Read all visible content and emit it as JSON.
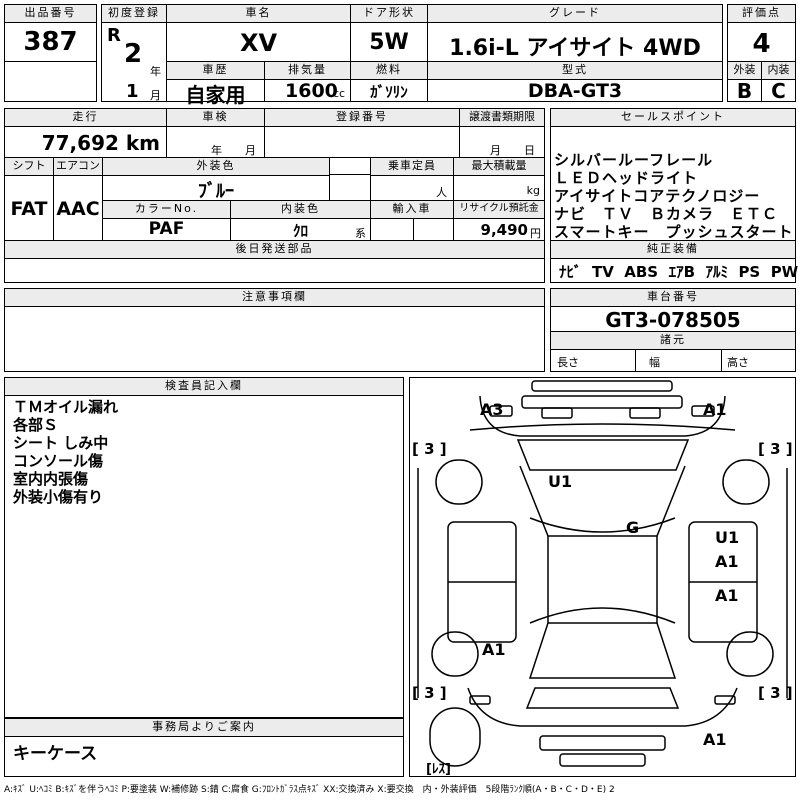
{
  "header": {
    "lot_label": "出品番号",
    "lot": "387",
    "first_reg_label": "初度登録",
    "era": "R",
    "year": "2",
    "year_unit": "年",
    "month": "1",
    "month_unit": "月",
    "car_name_label": "車名",
    "car_name": "XV",
    "door_label": "ドア形状",
    "door": "5W",
    "grade_label": "グレード",
    "grade": "1.6i-L アイサイト 4WD",
    "score_label": "評価点",
    "score": "4",
    "history_label": "車歴",
    "history": "自家用",
    "displacement_label": "排気量",
    "displacement": "1600",
    "displacement_unit": "cc",
    "fuel_label": "燃料",
    "fuel": "ｶﾞｿﾘﾝ",
    "model_label": "型式",
    "model": "DBA-GT3",
    "exterior_label": "外装",
    "exterior": "B",
    "interior_label": "内装",
    "interior": "C"
  },
  "specs": {
    "mileage_label": "走行",
    "mileage": "77,692 km",
    "inspection_label": "車検",
    "inspection_year": "年",
    "inspection_month": "月",
    "reg_no_label": "登録番号",
    "transfer_label": "譲渡書類期限",
    "transfer_month": "月",
    "transfer_day": "日",
    "shift_label": "シフト",
    "shift": "FAT",
    "ac_label": "エアコン",
    "ac": "AAC",
    "exterior_color_label": "外装色",
    "exterior_color": "ﾌﾞﾙｰ",
    "capacity_label": "乗車定員",
    "capacity_unit": "人",
    "load_label": "最大積載量",
    "load_unit": "kg",
    "color_no_label": "カラーNo.",
    "color_no": "PAF",
    "interior_color_label": "内装色",
    "interior_color": "ｸﾛ",
    "interior_color_unit": "系",
    "import_label": "輸入車",
    "recycle_label": "リサイクル預託金",
    "recycle": "9,490",
    "recycle_unit": "円",
    "later_parts_label": "後日発送部品"
  },
  "sales": {
    "label": "セールスポイント",
    "items": [
      "シルバールーフレール",
      "ＬＥＤヘッドライト",
      "アイサイトコアテクノロジー",
      "ナビ　ＴＶ　Ｂカメラ　ＥＴＣ",
      "スマートキー　プッシュスタート"
    ],
    "equipment_label": "純正装備",
    "equipment": [
      "ﾅﾋﾞ",
      "TV",
      "ABS",
      "ｴｱB",
      "ｱﾙﾐ",
      "PS",
      "PW"
    ]
  },
  "notes_label": "注意事項欄",
  "chassis": {
    "label": "車台番号",
    "value": "GT3-078505",
    "dims_label": "諸元",
    "length_label": "長さ",
    "width_label": "幅",
    "height_label": "高さ"
  },
  "inspector": {
    "label": "検査員記入欄",
    "lines": [
      "ＴＭオイル漏れ",
      "各部Ｓ",
      "シート しみ中",
      "コンソール傷",
      "室内内張傷",
      "外装小傷有り"
    ]
  },
  "office": {
    "label": "事務局よりご案内",
    "text": "キーケース"
  },
  "diagram": {
    "marks": [
      "A3",
      "A1",
      "U1",
      "G",
      "U1",
      "A1",
      "A1",
      "A1",
      "A1"
    ],
    "brackets": [
      "[ 3 ]",
      "[ 3 ]",
      "[ 3 ]",
      "[ 3 ]"
    ],
    "lens": "[ﾚｽ]"
  },
  "legend": "A:ｷｽﾞ U:ﾍｺﾐ B:ｷｽﾞを伴うﾍｺﾐ P:要塗装 W:補修跡 S:錆 C:腐食 G:ﾌﾛﾝﾄｶﾞﾗｽ点ｷｽﾞ XX:交換済み X:要交換　内・外装評価　5段階ﾗﾝｸ順(A・B・C・D・E) 2"
}
